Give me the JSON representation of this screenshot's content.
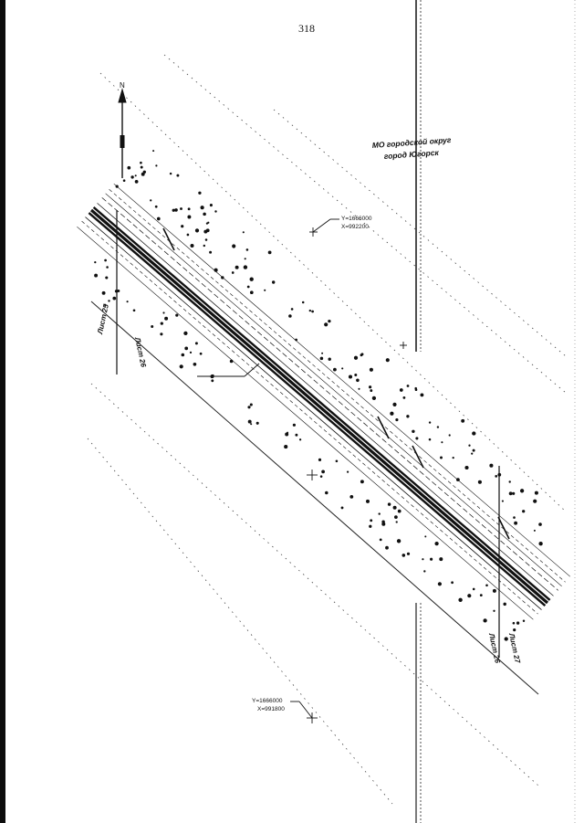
{
  "page_number": "318",
  "district_label_line1": "МО городской округ",
  "district_label_line2": "город Югорск",
  "coord_top": {
    "y": "Y=1666000",
    "x": "X=992200"
  },
  "coord_bottom": {
    "y": "Y=1666000",
    "x": "X=991800"
  },
  "sheet_25": "Лист 25",
  "sheet_26_top": "Лист 26",
  "sheet_26_bottom": "Лист 26",
  "sheet_27": "Лист 27",
  "north_arrow_label": "N",
  "colors": {
    "ink": "#111111",
    "paper": "#ffffff",
    "scan_edge": "#0d0d0d"
  }
}
